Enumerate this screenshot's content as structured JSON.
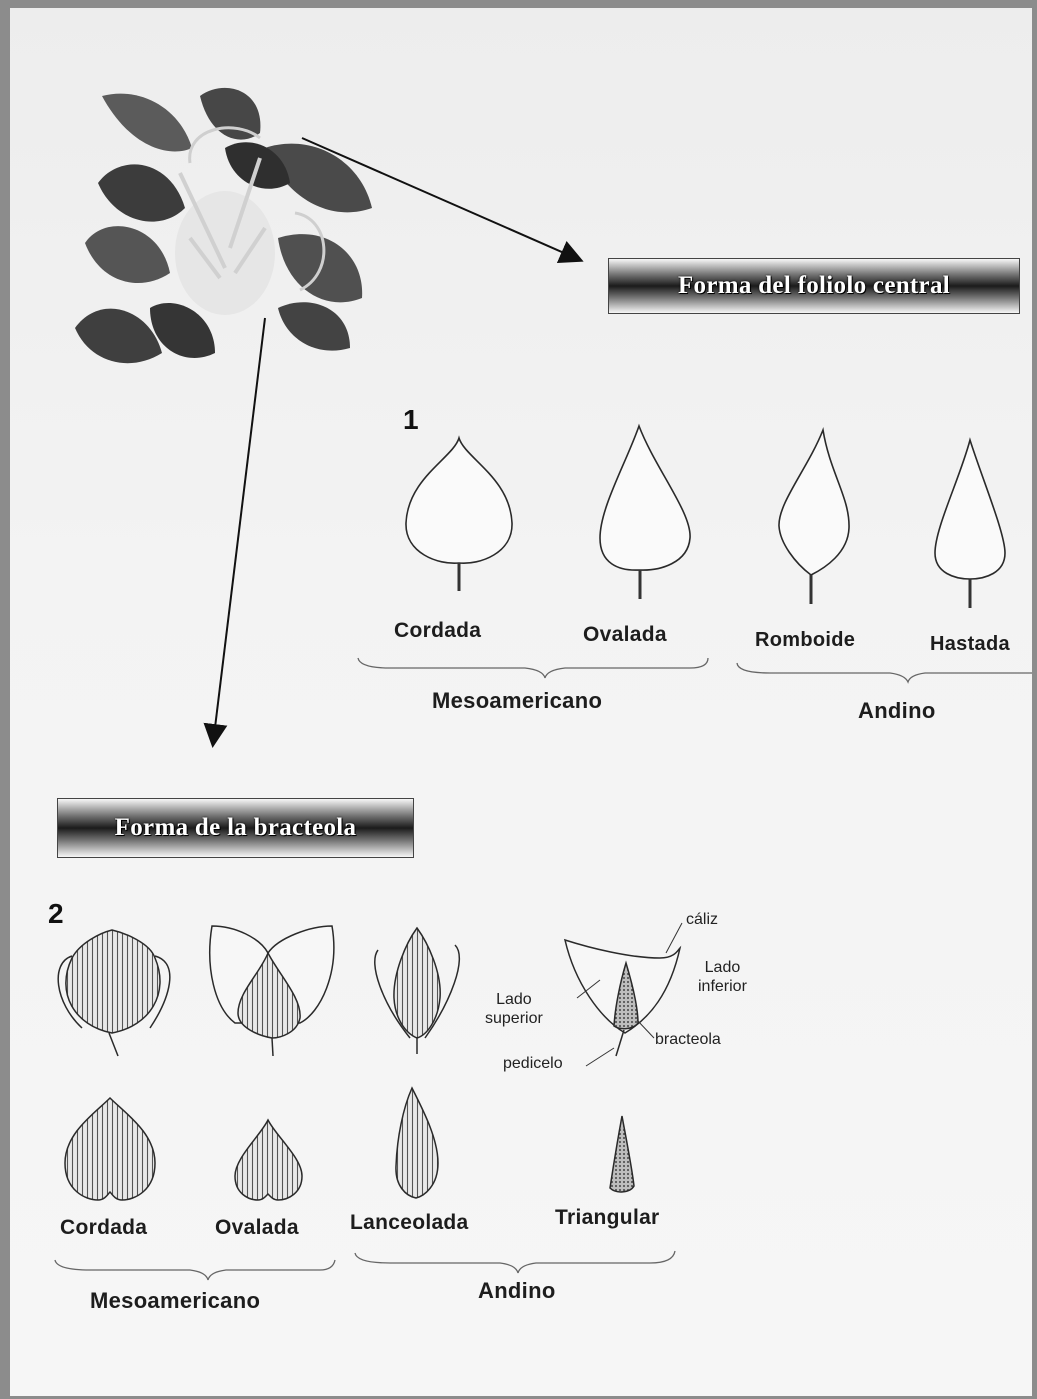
{
  "section1": {
    "banner": "Forma del foliolo central",
    "number": "1",
    "shapes": [
      "Cordada",
      "Ovalada",
      "Romboide",
      "Hastada"
    ],
    "groups": [
      "Mesoamericano",
      "Andino"
    ]
  },
  "section2": {
    "banner": "Forma de la bracteola",
    "number": "2",
    "shapes": [
      "Cordada",
      "Ovalada",
      "Lanceolada",
      "Triangular"
    ],
    "groups": [
      "Mesoamericano",
      "Andino"
    ],
    "annotations": {
      "caliz": "cáliz",
      "lado_inferior": "Lado\ninferior",
      "lado_superior": "Lado\nsuperior",
      "bracteola": "bracteola",
      "pedicelo": "pedicelo"
    }
  },
  "colors": {
    "ink": "#1d1d1d",
    "paper": "#f2f2f2",
    "plant": "#3a3a3a"
  }
}
